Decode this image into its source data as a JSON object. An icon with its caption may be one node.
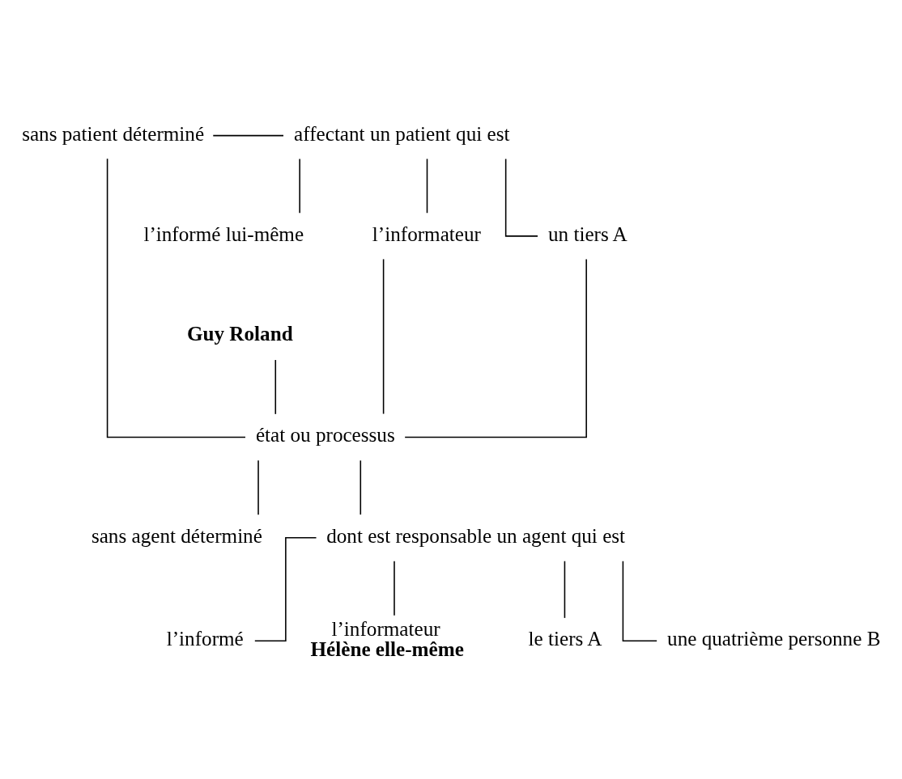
{
  "diagram": {
    "nodes": [
      {
        "text": [
          "sans patient déterminé"
        ]
      },
      {
        "text": [
          "affectant un patient qui est"
        ]
      },
      {
        "text": [
          "l’informé lui-même"
        ]
      },
      {
        "text": [
          "l’informateur"
        ]
      },
      {
        "text": [
          "un tiers A"
        ]
      },
      {
        "text": [
          "Guy Roland"
        ]
      },
      {
        "text": [
          "état ou processus"
        ]
      },
      {
        "text": [
          "sans agent déterminé"
        ]
      },
      {
        "text": [
          "dont est responsable un agent qui est"
        ]
      },
      {
        "text": [
          "l’informé"
        ]
      },
      {
        "text": [
          "l’informateur"
        ],
        "beside": [
          "Hélène elle-même"
        ]
      },
      {
        "text": [
          "le tiers A"
        ]
      },
      {
        "text": [
          "une quatrième personne B"
        ]
      }
    ],
    "edges": [
      {
        "from": 0,
        "to": 1,
        "arrow": "none"
      },
      {
        "from": 1,
        "to": 2,
        "arrow": "none"
      },
      {
        "from": 1,
        "to": 3,
        "arrow": "none"
      },
      {
        "from": 1,
        "to": 4,
        "arrow": "none"
      },
      {
        "from": 0,
        "to": 6,
        "arrow": "none"
      },
      {
        "from": 5,
        "to": 6,
        "arrow": "none"
      },
      {
        "from": 3,
        "to": 6,
        "arrow": "none"
      },
      {
        "from": 4,
        "to": 6,
        "arrow": "none"
      },
      {
        "from": 6,
        "to": 7,
        "arrow": "none"
      },
      {
        "from": 6,
        "to": 8,
        "arrow": "none"
      },
      {
        "from": 8,
        "to": 9,
        "arrow": "none"
      },
      {
        "from": 8,
        "to": 10,
        "arrow": "none"
      },
      {
        "from": 8,
        "to": 11,
        "arrow": "none"
      },
      {
        "from": 8,
        "to": 12,
        "arrow": "none"
      }
    ]
  }
}
